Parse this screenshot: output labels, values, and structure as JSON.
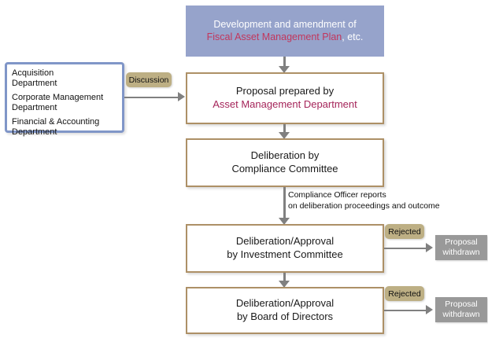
{
  "diagram": {
    "title_banner": {
      "line1": "Development and amendment of",
      "line2_highlight": "Fiscal Asset Management Plan",
      "line2_rest": ", etc.",
      "bg_color": "#96a3cb",
      "highlight_color": "#c2365c"
    },
    "departments": {
      "border_color": "#8096c8",
      "items": [
        "Acquisition\nDepartment",
        "Corporate Management\nDepartment",
        "Financial & Accounting\nDepartment"
      ],
      "item1_line1": "Acquisition",
      "item1_line2": "Department",
      "item2_line1": "Corporate Management",
      "item2_line2": "Department",
      "item3_line1": "Financial & Accounting",
      "item3_line2": "Department"
    },
    "badges": {
      "discussion": "Discussion",
      "rejected_investment": "Rejected",
      "rejected_board": "Rejected",
      "badge_color": "#bdaf84"
    },
    "steps": [
      {
        "id": "proposal",
        "line1": "Proposal prepared by",
        "line2": "Asset Management Department",
        "line2_color": "#a5255a"
      },
      {
        "id": "compliance",
        "line1": "Deliberation by",
        "line2": "Compliance Committee",
        "line2_color": "#1a1a1a"
      },
      {
        "id": "investment",
        "line1": "Deliberation/Approval",
        "line2": "by Investment Committee",
        "line2_color": "#1a1a1a"
      },
      {
        "id": "board",
        "line1": "Deliberation/Approval",
        "line2": "by Board of Directors",
        "line2_color": "#1a1a1a"
      }
    ],
    "annotation": {
      "line1": "Compliance Officer reports",
      "line2": "on deliberation proceedings and outcome"
    },
    "terminals": {
      "withdrawn_line1": "Proposal",
      "withdrawn_line2": "withdrawn",
      "color": "#999999"
    },
    "box_border_color": "#ad9066",
    "connector_color": "#808080"
  }
}
